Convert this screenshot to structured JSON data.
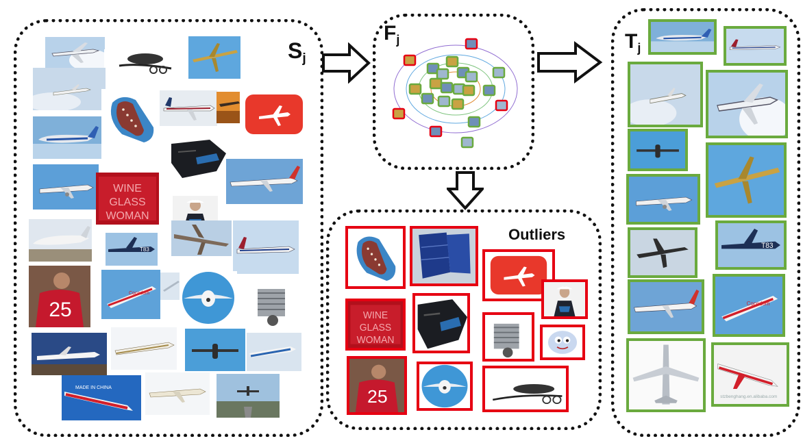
{
  "labels": {
    "source_set": "S",
    "source_sub": "j",
    "feature_space": "F",
    "feature_sub": "j",
    "target_set": "T",
    "target_sub": "j",
    "outliers": "Outliers"
  },
  "photo_texts": {
    "jersey_number": "25",
    "wine_glass_woman": [
      "WINE",
      "GLASS",
      "WOMAN"
    ],
    "made_in_china": "MADE IN CHINA",
    "tail_code": "T83",
    "toy_brand": "Cocodom",
    "watermark": "stzbenghang.en.alibaba.com"
  },
  "colors": {
    "outlier_frame": "#e60012",
    "target_frame": "#6aaa3e",
    "panel_border": "#111111"
  },
  "icons": [
    "airplane-photo",
    "sunglasses-photo",
    "suitcase-photo",
    "person-photo",
    "engine-photo",
    "seat-photo",
    "jacket-photo",
    "cookie-photo"
  ]
}
